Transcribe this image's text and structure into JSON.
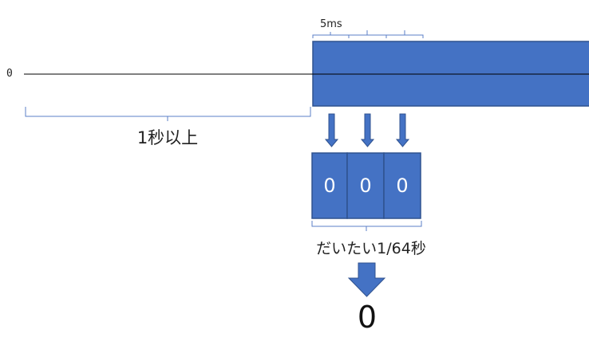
{
  "zero_axis_label": "0",
  "interval_label": "5ms",
  "gap_label": "1秒以上",
  "cells": [
    "0",
    "0",
    "0"
  ],
  "window_label": "だいたい1/64秒",
  "result": "0",
  "colors": {
    "fill": "#4472C4",
    "stroke": "#2F528F",
    "bracket": "#5B7FC7",
    "line": "#000000"
  }
}
